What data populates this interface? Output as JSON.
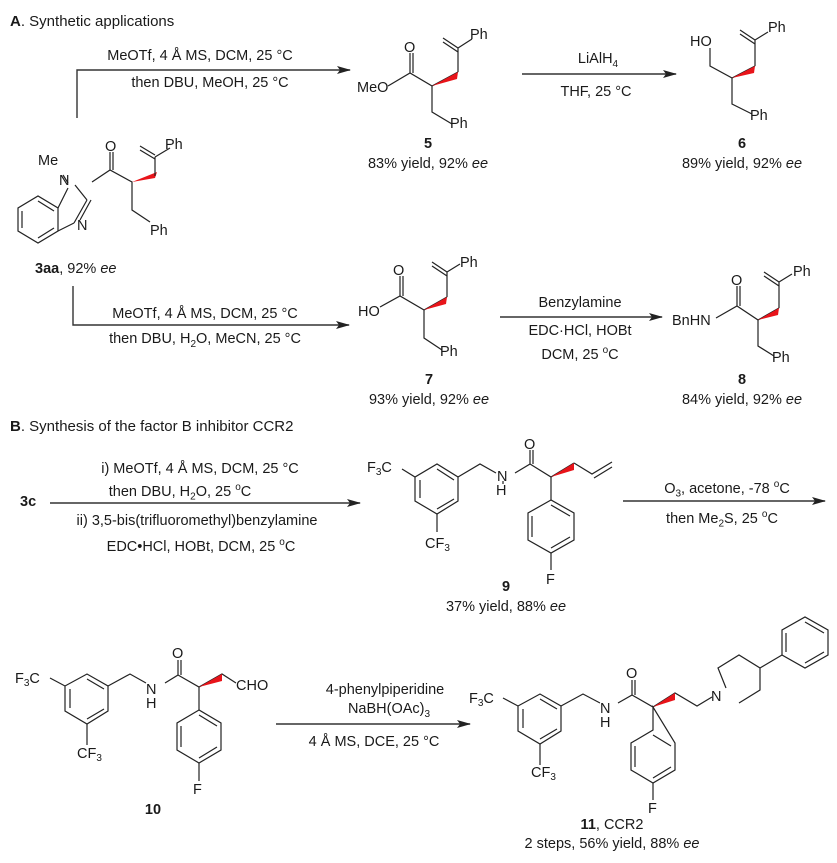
{
  "sections": {
    "a": {
      "letter": "A",
      "title": ". Synthetic applications"
    },
    "b": {
      "letter": "B",
      "title": ". Synthesis of the factor B inhibitor CCR2"
    }
  },
  "colors": {
    "wedge": "#e8141a",
    "ink": "#1a1a1a",
    "arrow": "#333333"
  },
  "reactions": {
    "r1": {
      "line1": "MeOTf, 4 Å MS, DCM, 25 °C",
      "line2": "then DBU, MeOH, 25 °C"
    },
    "r2": {
      "reagent": "LiAlH",
      "reagent_sub": "4",
      "line2": "THF, 25 °C"
    },
    "r3": {
      "line1": "MeOTf, 4 Å MS, DCM, 25 °C",
      "line2_a": "then DBU, H",
      "line2_sub": "2",
      "line2_b": "O, MeCN, 25 °C"
    },
    "r4": {
      "line1": "Benzylamine",
      "line2": "EDC·HCl, HOBt",
      "line3_a": "DCM, 25 ",
      "line3_sup": "o",
      "line3_b": "C"
    },
    "r5": {
      "start": "3c",
      "line1": "i) MeOTf, 4 Å MS, DCM, 25 °C",
      "line2_a": "then DBU, H",
      "line2_sub": "2",
      "line2_b": "O, 25 ",
      "line2_sup": "o",
      "line2_c": "C",
      "line3": "ii) 3,5-bis(trifluoromethyl)benzylamine",
      "line4_a": "EDC•HCl, HOBt, DCM, 25 ",
      "line4_sup": "o",
      "line4_b": "C"
    },
    "r6": {
      "line1_a": "O",
      "line1_sub": "3",
      "line1_b": ", acetone, -78 ",
      "line1_sup": "o",
      "line1_c": "C",
      "line2_a": "then Me",
      "line2_sub": "2",
      "line2_b": "S, 25 ",
      "line2_sup": "o",
      "line2_c": "C"
    },
    "r7": {
      "line1": "4-phenylpiperidine",
      "line2_a": "NaBH(OAc)",
      "line2_sub": "3",
      "line3": "4 Å MS, DCE, 25 °C"
    }
  },
  "compounds": {
    "c3aa": {
      "id": "3aa",
      "info_a": ", 92% ",
      "info_ee": "ee",
      "labels": {
        "me": "Me",
        "n1": "N",
        "n2": "N",
        "o": "O",
        "ph1": "Ph",
        "ph2": "Ph"
      }
    },
    "c5": {
      "id": "5",
      "yield": "83% yield, 92% ",
      "ee": "ee",
      "labels": {
        "meo": "MeO",
        "o": "O",
        "ph1": "Ph",
        "ph2": "Ph"
      }
    },
    "c6": {
      "id": "6",
      "yield": "89% yield, 92% ",
      "ee": "ee",
      "labels": {
        "ho": "HO",
        "ph1": "Ph",
        "ph2": "Ph"
      }
    },
    "c7": {
      "id": "7",
      "yield": "93% yield, 92% ",
      "ee": "ee",
      "labels": {
        "ho": "HO",
        "o": "O",
        "ph1": "Ph",
        "ph2": "Ph"
      }
    },
    "c8": {
      "id": "8",
      "yield": "84% yield, 92% ",
      "ee": "ee",
      "labels": {
        "bnhn": "BnHN",
        "o": "O",
        "ph1": "Ph",
        "ph2": "Ph"
      }
    },
    "c9": {
      "id": "9",
      "yield": "37% yield, 88% ",
      "ee": "ee",
      "labels": {
        "f3c": "F3C",
        "cf3": "CF3",
        "n": "N",
        "h": "H",
        "o": "O",
        "f": "F"
      }
    },
    "c10": {
      "id": "10",
      "labels": {
        "f3c": "F3C",
        "cf3": "CF3",
        "n": "N",
        "h": "H",
        "o": "O",
        "f": "F",
        "cho": "CHO"
      }
    },
    "c11": {
      "id": "11",
      "name": ", CCR2",
      "yield": "2 steps, 56% yield, 88% ",
      "ee": "ee",
      "labels": {
        "f3c": "F3C",
        "cf3": "CF3",
        "n": "N",
        "h": "H",
        "o": "O",
        "f": "F",
        "n2": "N"
      }
    }
  }
}
